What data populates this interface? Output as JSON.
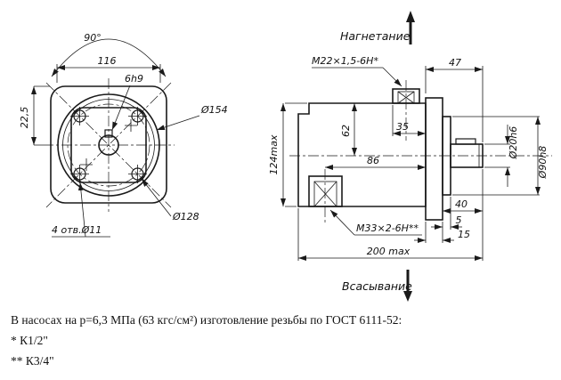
{
  "front_view": {
    "angle_90": "90°",
    "dim_116": "116",
    "keyway": "6h9",
    "dim_22_5": "22,5",
    "dia_154": "Ø154",
    "dia_128": "Ø128",
    "holes_note": "4 отв.Ø11"
  },
  "side_view": {
    "discharge_label": "Нагнетание",
    "suction_label": "Всасывание",
    "thread_top": "M22×1,5-6H*",
    "dim_47": "47",
    "dim_62": "62",
    "dim_35": "35",
    "dim_86": "86",
    "dim_124": "124max",
    "thread_bottom": "M33×2-6H**",
    "dim_40": "40",
    "dim_5": "5",
    "dim_15": "15",
    "dim_200": "200 max",
    "shaft_dia": "Ø20h6",
    "pilot_dia": "Ø90h8"
  },
  "notes": {
    "line1": "В насосах  на р=6,3 МПа (63 кгс/см²) изготовление резьбы по ГОСТ 6111-52:",
    "footnote1": "* К1/2\"",
    "footnote2": "** К3/4\""
  },
  "colors": {
    "line": "#1a1a1a",
    "background": "#ffffff"
  }
}
